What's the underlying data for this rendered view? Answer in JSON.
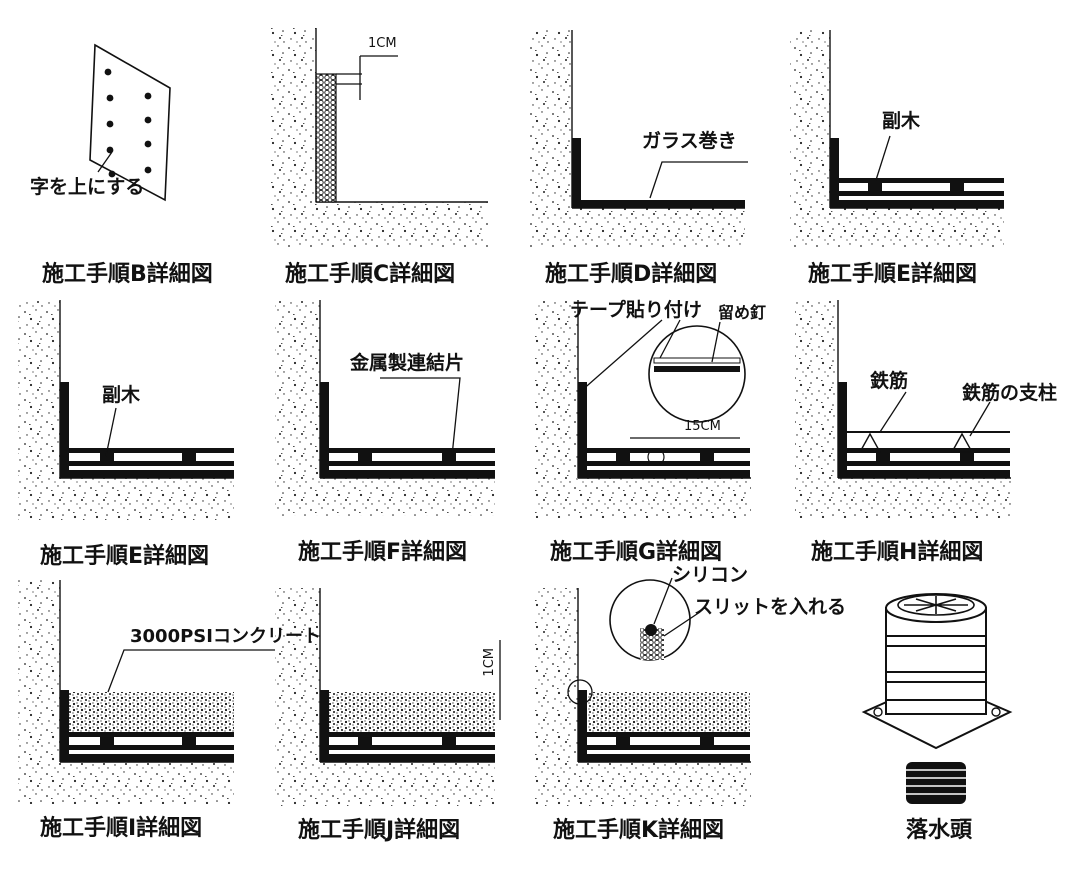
{
  "captions": {
    "b": "施工手順B詳細図",
    "c": "施工手順C詳細図",
    "d": "施工手順D詳細図",
    "e1": "施工手順E詳細図",
    "e2": "施工手順E詳細図",
    "f": "施工手順F詳細図",
    "g": "施工手順G詳細図",
    "h": "施工手順H詳細図",
    "i": "施工手順I詳細図",
    "j": "施工手順J詳細図",
    "k": "施工手順K詳細図",
    "drain": "落水頭"
  },
  "labels": {
    "b_note": "字を上にする",
    "c_dim": "1CM",
    "d_glass": "ガラス巻き",
    "e1_spacer": "副木",
    "e2_spacer": "副木",
    "f_connector": "金属製連結片",
    "g_tape": "テープ貼り付け",
    "g_nail": "留め釘",
    "g_dim": "15CM",
    "h_rebar": "鉄筋",
    "h_support": "鉄筋の支柱",
    "i_concrete": "3000PSIコンクリート",
    "j_dim": "1CM",
    "k_silicone": "シリコン",
    "k_slit": "スリットを入れる"
  },
  "colors": {
    "ink": "#111111",
    "paper": "#ffffff"
  }
}
